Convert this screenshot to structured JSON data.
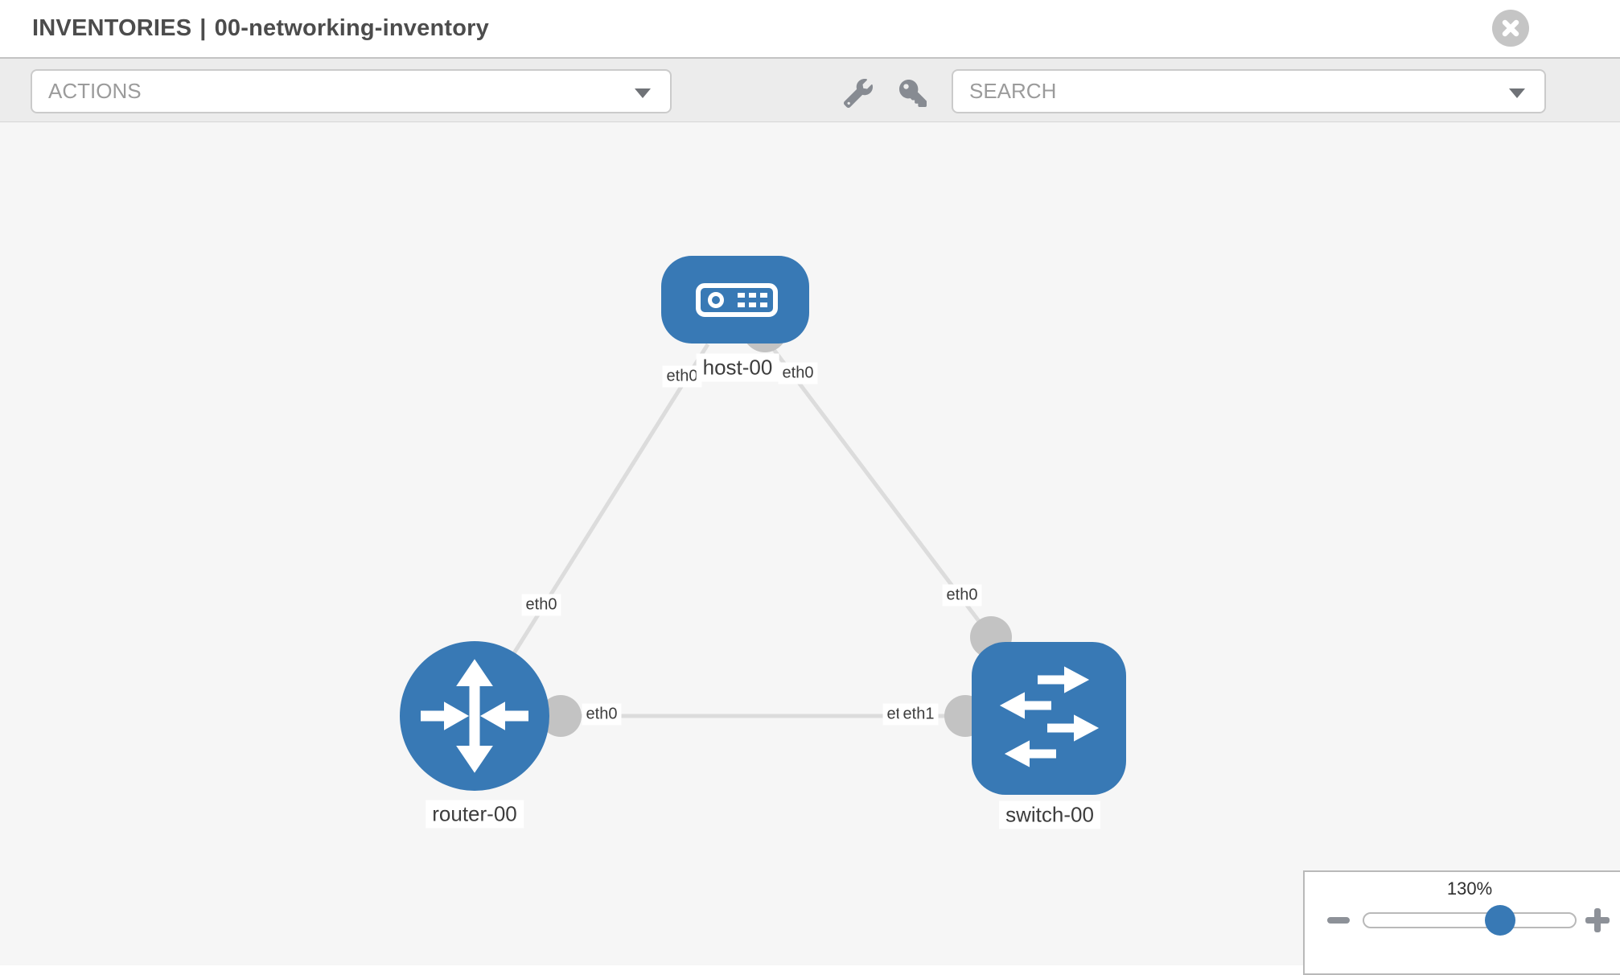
{
  "header": {
    "title_section": "INVENTORIES",
    "title_divider": "|",
    "title_item": "00-networking-inventory"
  },
  "toolbar": {
    "actions_label": "ACTIONS",
    "search_label": "SEARCH",
    "icons": [
      "wrench-icon",
      "key-icon",
      "chevron-down-icon",
      "close-icon"
    ]
  },
  "diagram": {
    "nodes": [
      {
        "id": "host-00",
        "label": "host-00",
        "type": "host"
      },
      {
        "id": "router-00",
        "label": "router-00",
        "type": "router"
      },
      {
        "id": "switch-00",
        "label": "switch-00",
        "type": "switch"
      }
    ],
    "links": [
      {
        "from": "host-00",
        "from_if": "eth0",
        "to": "router-00",
        "to_if": "eth0"
      },
      {
        "from": "host-00",
        "from_if": "eth0",
        "to": "switch-00",
        "to_if": "eth0"
      },
      {
        "from": "router-00",
        "from_if": "eth0",
        "to": "switch-00",
        "to_if": "eth1"
      }
    ],
    "ports": {
      "host_left": "eth0",
      "host_right": "eth0",
      "link_host_router_mid": "eth0",
      "link_host_switch_mid": "eth0",
      "link_router_switch_router_end": "eth0",
      "link_router_switch_hidden": "eth0",
      "link_router_switch_switch_end": "eth1"
    }
  },
  "zoom_control": {
    "value": "130%"
  },
  "colors": {
    "node-blue": "#3879b5",
    "connector-gray": "#c3c3c3",
    "link-gray": "#dcdcdc",
    "canvas-bg": "#f6f6f6",
    "toolbar-bg": "#ececec",
    "muted-text": "#9b9b9b",
    "icon-gray": "#878b92"
  }
}
